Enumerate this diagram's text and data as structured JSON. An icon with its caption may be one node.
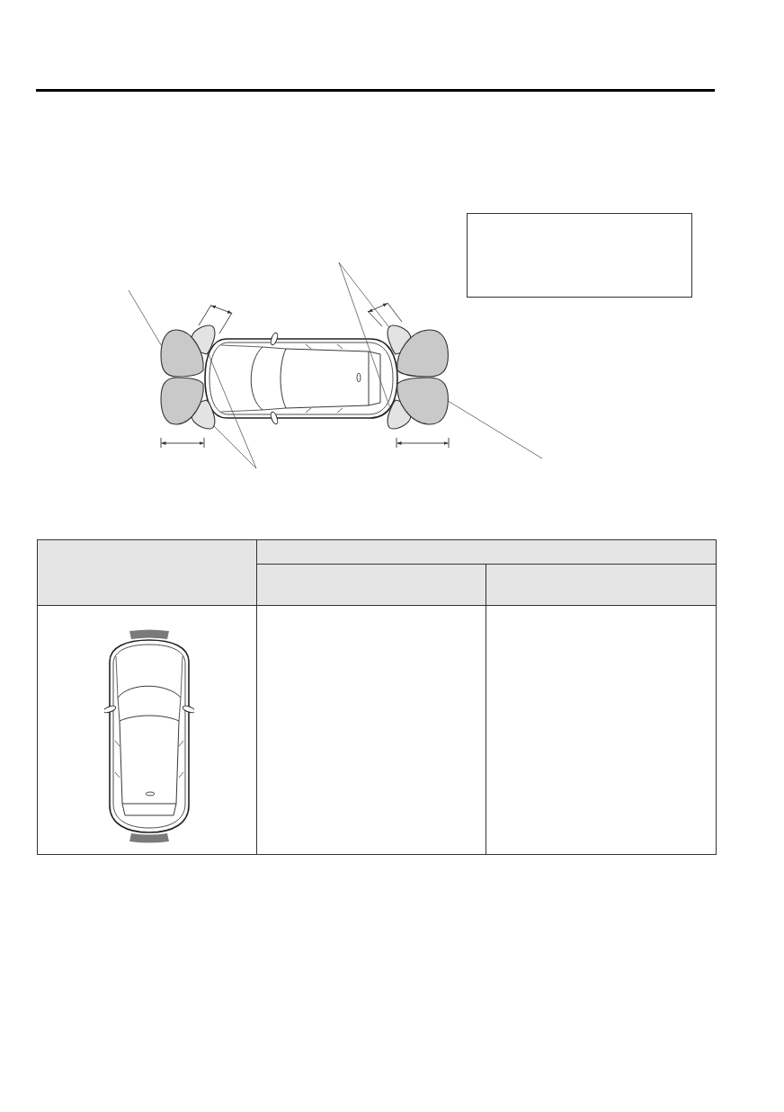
{
  "diagram": {
    "nodes": [
      {
        "text": [],
        "shape": "lobe"
      },
      {
        "text": [],
        "shape": "lobe"
      },
      {
        "text": [],
        "shape": "lobe"
      },
      {
        "text": [],
        "shape": "lobe"
      },
      {
        "text": [],
        "shape": "lobe"
      },
      {
        "text": [],
        "shape": "lobe"
      },
      {
        "text": [],
        "shape": "lobe"
      },
      {
        "text": [],
        "shape": "lobe"
      }
    ],
    "edges": [
      {
        "from": null,
        "to": 0,
        "arrow": "none"
      },
      {
        "from": null,
        "to": 4,
        "arrow": "none"
      },
      {
        "from": null,
        "to": 7,
        "arrow": "none"
      },
      {
        "from": null,
        "to": 1,
        "arrow": "none"
      },
      {
        "from": null,
        "to": 3,
        "arrow": "none"
      },
      {
        "from": null,
        "to": 6,
        "arrow": "none"
      }
    ]
  }
}
